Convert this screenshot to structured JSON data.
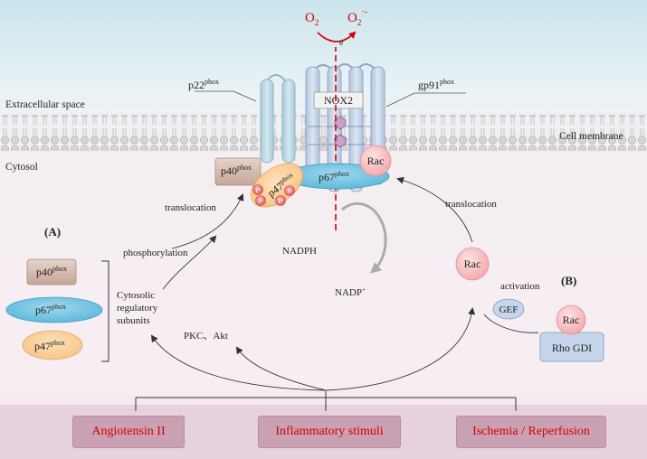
{
  "labels": {
    "o2": "O",
    "o2_sub": "2",
    "superoxide": "O",
    "superoxide_sub": "2",
    "superoxide_sup": "·-",
    "electron": "e",
    "electron_sup": "-",
    "p22": "p22",
    "gp91": "gp91",
    "phox": "phox",
    "nox2": "NOX2",
    "extracellular": "Extracellular space",
    "membrane": "Cell membrane",
    "cytosol": "Cytosol",
    "p40": "p40",
    "p47": "p47",
    "p67": "p67",
    "rac": "Rac",
    "p_mark": "P",
    "translocation_left": "translocation",
    "translocation_right": "translocation",
    "phosphorylation": "phosphorylation",
    "nadph": "NADPH",
    "nadp": "NADP",
    "nadp_sup": "+",
    "panel_a": "(A)",
    "panel_b": "(B)",
    "cytosolic_line1": "Cytosolic",
    "cytosolic_line2": "regulatory",
    "cytosolic_line3": "subunits",
    "pkc_akt": "PKC、Akt",
    "activation": "activation",
    "gef": "GEF",
    "rho_gdi": "Rho GDI"
  },
  "triggers": [
    "Angiotensin II",
    "Inflammatory stimuli",
    "Ischemia / Reperfusion"
  ],
  "colors": {
    "arrow_red": "#d40000",
    "trigger_bg": "#c9a1b3",
    "trigger_text": "#d40000"
  }
}
